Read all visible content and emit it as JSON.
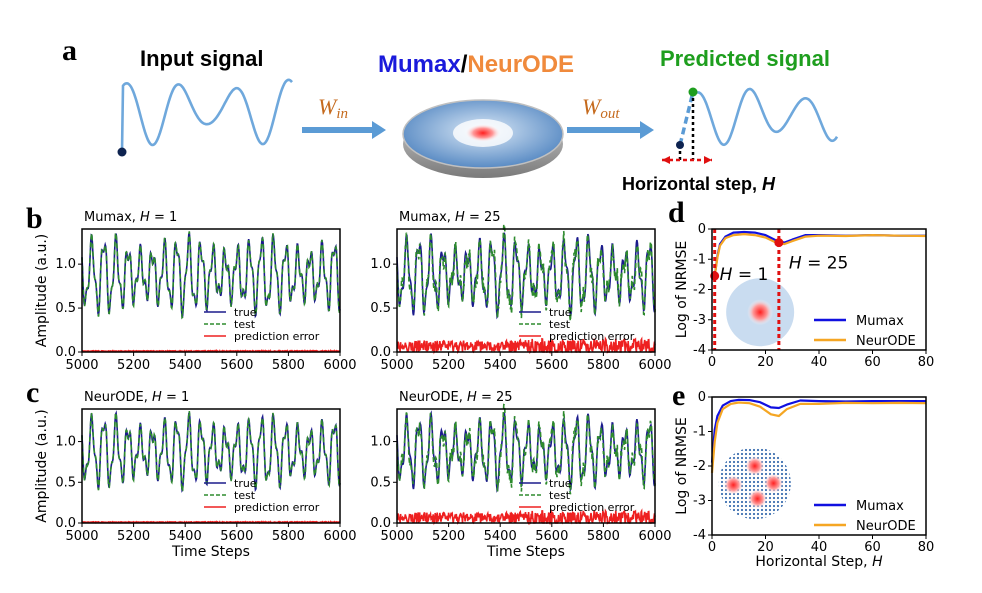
{
  "panel_a": {
    "letter": "a",
    "input_label": "Input signal",
    "model_label_1": "Mumax",
    "model_sep": "/",
    "model_label_2": "NeurODE",
    "w_in": "W",
    "w_in_sub": "in",
    "w_out": "W",
    "w_out_sub": "out",
    "predicted_label": "Predicted signal",
    "step_label": "Horizontal step, ",
    "step_symbol": "H",
    "colors": {
      "input": "#1f3a7a",
      "mumax": "#1a1adb",
      "neurode": "#f08a3c",
      "predicted": "#1e9e1e",
      "signal": "#6fa8dc",
      "arrow": "#5b9bd5",
      "red": "#e01010"
    }
  },
  "chart_data": [
    {
      "id": "b-left",
      "panel_letter": "b",
      "type": "line",
      "title_prefix": "Mumax, ",
      "title_sym": "H",
      "title_suffix": " = 1",
      "ylabel": "Amplitude (a.u.)",
      "xlabel": "",
      "xlim": [
        5000,
        6000
      ],
      "ylim": [
        0,
        1.4
      ],
      "xticks": [
        "5000",
        "5200",
        "5400",
        "5600",
        "5800",
        "6000"
      ],
      "yticks": [
        "0.0",
        "0.5",
        "1.0"
      ],
      "legend": [
        "true",
        "test",
        "prediction error"
      ],
      "error_level": 0.01,
      "error_noise": 0.005,
      "test_dev": 0.02,
      "series_colors": {
        "true": "#1b1b8c",
        "test": "#2e8b2e",
        "error": "#ee2020"
      }
    },
    {
      "id": "b-right",
      "type": "line",
      "title_prefix": "Mumax, ",
      "title_sym": "H",
      "title_suffix": " = 25",
      "ylabel": "",
      "xlabel": "",
      "xlim": [
        5000,
        6000
      ],
      "ylim": [
        0,
        1.4
      ],
      "xticks": [
        "5000",
        "5200",
        "5400",
        "5600",
        "5800",
        "6000"
      ],
      "yticks": [
        "0.0",
        "0.5",
        "1.0"
      ],
      "legend": [
        "true",
        "test",
        "prediction error"
      ],
      "error_level": 0.06,
      "error_noise": 0.07,
      "test_dev": 0.09,
      "series_colors": {
        "true": "#1b1b8c",
        "test": "#2e8b2e",
        "error": "#ee2020"
      }
    },
    {
      "id": "c-left",
      "panel_letter": "c",
      "type": "line",
      "title_prefix": "NeurODE,  ",
      "title_sym": "H",
      "title_suffix": " = 1",
      "ylabel": "Amplitude (a.u.)",
      "xlabel": "Time Steps",
      "xlim": [
        5000,
        6000
      ],
      "ylim": [
        0,
        1.4
      ],
      "xticks": [
        "5000",
        "5200",
        "5400",
        "5600",
        "5800",
        "6000"
      ],
      "yticks": [
        "0.0",
        "0.5",
        "1.0"
      ],
      "legend": [
        "true",
        "test",
        "prediction error"
      ],
      "error_level": 0.01,
      "error_noise": 0.005,
      "test_dev": 0.02,
      "series_colors": {
        "true": "#1b1b8c",
        "test": "#2e8b2e",
        "error": "#ee2020"
      }
    },
    {
      "id": "c-right",
      "type": "line",
      "title_prefix": "NeurODE,  ",
      "title_sym": "H",
      "title_suffix": " = 25",
      "ylabel": "",
      "xlabel": "Time Steps",
      "xlim": [
        5000,
        6000
      ],
      "ylim": [
        0,
        1.4
      ],
      "xticks": [
        "5000",
        "5200",
        "5400",
        "5600",
        "5800",
        "6000"
      ],
      "yticks": [
        "0.0",
        "0.5",
        "1.0"
      ],
      "legend": [
        "true",
        "test",
        "prediction error"
      ],
      "error_level": 0.06,
      "error_noise": 0.07,
      "test_dev": 0.09,
      "series_colors": {
        "true": "#1b1b8c",
        "test": "#2e8b2e",
        "error": "#ee2020"
      }
    },
    {
      "id": "d",
      "panel_letter": "d",
      "type": "line",
      "ylabel": "Log of NRMSE",
      "xlabel": "",
      "xlim": [
        0,
        80
      ],
      "ylim": [
        -4,
        0
      ],
      "xticks": [
        "0",
        "20",
        "40",
        "60",
        "80"
      ],
      "yticks": [
        "0",
        "-1",
        "-2",
        "-3",
        "-4"
      ],
      "series": [
        {
          "name": "Mumax",
          "color": "#1010e0",
          "x": [
            1,
            2,
            3,
            5,
            8,
            12,
            16,
            20,
            24,
            27,
            30,
            35,
            40,
            50,
            60,
            70,
            80
          ],
          "y": [
            -1.55,
            -0.9,
            -0.5,
            -0.25,
            -0.12,
            -0.1,
            -0.12,
            -0.2,
            -0.38,
            -0.45,
            -0.35,
            -0.2,
            -0.2,
            -0.22,
            -0.2,
            -0.22,
            -0.22
          ]
        },
        {
          "name": "NeurODE",
          "color": "#f5a623",
          "x": [
            1,
            2,
            3,
            5,
            8,
            12,
            16,
            20,
            24,
            27,
            30,
            35,
            40,
            50,
            60,
            70,
            80
          ],
          "y": [
            -1.55,
            -0.95,
            -0.55,
            -0.3,
            -0.2,
            -0.17,
            -0.2,
            -0.28,
            -0.45,
            -0.5,
            -0.4,
            -0.25,
            -0.22,
            -0.23,
            -0.2,
            -0.22,
            -0.23
          ]
        }
      ],
      "markers": [
        {
          "label_sym": "H",
          "label": " = 1",
          "x": 1,
          "y": -1.55
        },
        {
          "label_sym": "H",
          "label": " = 25",
          "x": 25,
          "y": -0.45
        }
      ]
    },
    {
      "id": "e",
      "panel_letter": "e",
      "type": "line",
      "ylabel": "Log of NRMSE",
      "xlabel_prefix": "Horizontal Step, ",
      "xlabel_sym": "H",
      "xlim": [
        0,
        80
      ],
      "ylim": [
        -4,
        0
      ],
      "xticks": [
        "0",
        "20",
        "40",
        "60",
        "80"
      ],
      "yticks": [
        "0",
        "-1",
        "-2",
        "-3",
        "-4"
      ],
      "series": [
        {
          "name": "Mumax",
          "color": "#1010e0",
          "x": [
            0,
            1,
            2,
            4,
            7,
            10,
            14,
            18,
            22,
            25,
            28,
            33,
            40,
            50,
            60,
            70,
            80
          ],
          "y": [
            -1.9,
            -0.95,
            -0.55,
            -0.25,
            -0.12,
            -0.08,
            -0.09,
            -0.15,
            -0.3,
            -0.32,
            -0.22,
            -0.1,
            -0.12,
            -0.13,
            -0.12,
            -0.12,
            -0.12
          ]
        },
        {
          "name": "NeurODE",
          "color": "#f5a623",
          "x": [
            0,
            1,
            2,
            4,
            7,
            10,
            14,
            18,
            22,
            25,
            28,
            33,
            40,
            50,
            60,
            70,
            80
          ],
          "y": [
            -2.2,
            -1.3,
            -0.75,
            -0.35,
            -0.2,
            -0.16,
            -0.18,
            -0.28,
            -0.5,
            -0.55,
            -0.35,
            -0.2,
            -0.2,
            -0.17,
            -0.18,
            -0.17,
            -0.18
          ]
        }
      ]
    }
  ]
}
